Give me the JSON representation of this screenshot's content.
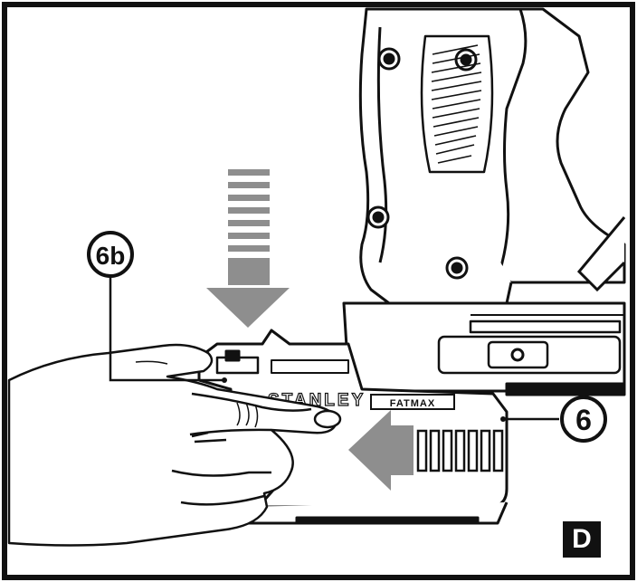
{
  "callouts": {
    "release_button": "6b",
    "battery_pack": "6"
  },
  "branding": {
    "brand": "STANLEY",
    "sub_brand": "FATMAX"
  },
  "panel": {
    "label": "D"
  },
  "colors": {
    "line": "#111111",
    "arrow": "#8e8e8e",
    "background": "#ffffff",
    "panel_badge": "#111111"
  },
  "icons": {
    "down_arrow": "push-down-arrow-icon",
    "left_arrow": "slide-left-arrow-icon"
  }
}
